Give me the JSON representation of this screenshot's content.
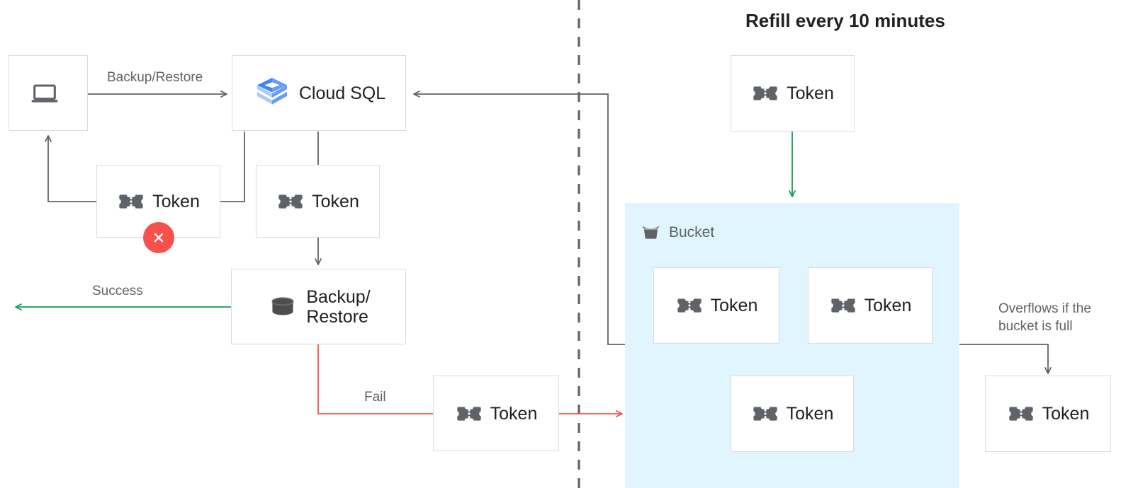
{
  "title": {
    "text": "Refill every 10 minutes"
  },
  "colors": {
    "box_border": "#dadce0",
    "flow_dark": "#5f6368",
    "flow_success": "#0f9d58",
    "flow_fail": "#f8504a",
    "bucket_fill": "#e1f5fe",
    "icon_gray": "#5f6368",
    "text_primary": "#202124",
    "text_secondary": "#5f6368",
    "cloudsql_blue_dark": "#4285f4",
    "cloudsql_blue_mid": "#669df6",
    "cloudsql_blue_light": "#aecbfa"
  },
  "nodes": {
    "client": {
      "label": "",
      "icon": "laptop-icon"
    },
    "cloud_sql": {
      "label": "Cloud SQL",
      "icon": "cloud-sql-icon"
    },
    "token_client": {
      "label": "Token",
      "icon": "token-icon"
    },
    "token_cloudsql": {
      "label": "Token",
      "icon": "token-icon"
    },
    "backup_restore": {
      "label": "Backup/\nRestore",
      "icon": "database-icon"
    },
    "token_fail": {
      "label": "Token",
      "icon": "token-icon"
    },
    "token_refill": {
      "label": "Token",
      "icon": "token-icon"
    },
    "token_bucket_1": {
      "label": "Token",
      "icon": "token-icon"
    },
    "token_bucket_2": {
      "label": "Token",
      "icon": "token-icon"
    },
    "token_bucket_3": {
      "label": "Token",
      "icon": "token-icon"
    },
    "token_overflow": {
      "label": "Token",
      "icon": "token-icon"
    }
  },
  "bucket": {
    "label": "Bucket",
    "icon": "bucket-icon"
  },
  "edges": {
    "backup_restore_label": "Backup/Restore",
    "success_label": "Success",
    "fail_label": "Fail",
    "overflow_label": "Overflows if the\nbucket is full"
  },
  "badges": {
    "token_rejected": {
      "icon": "x-circle-icon",
      "glyph": "×"
    }
  },
  "divider": {
    "name": "boundary-dashed-line"
  }
}
